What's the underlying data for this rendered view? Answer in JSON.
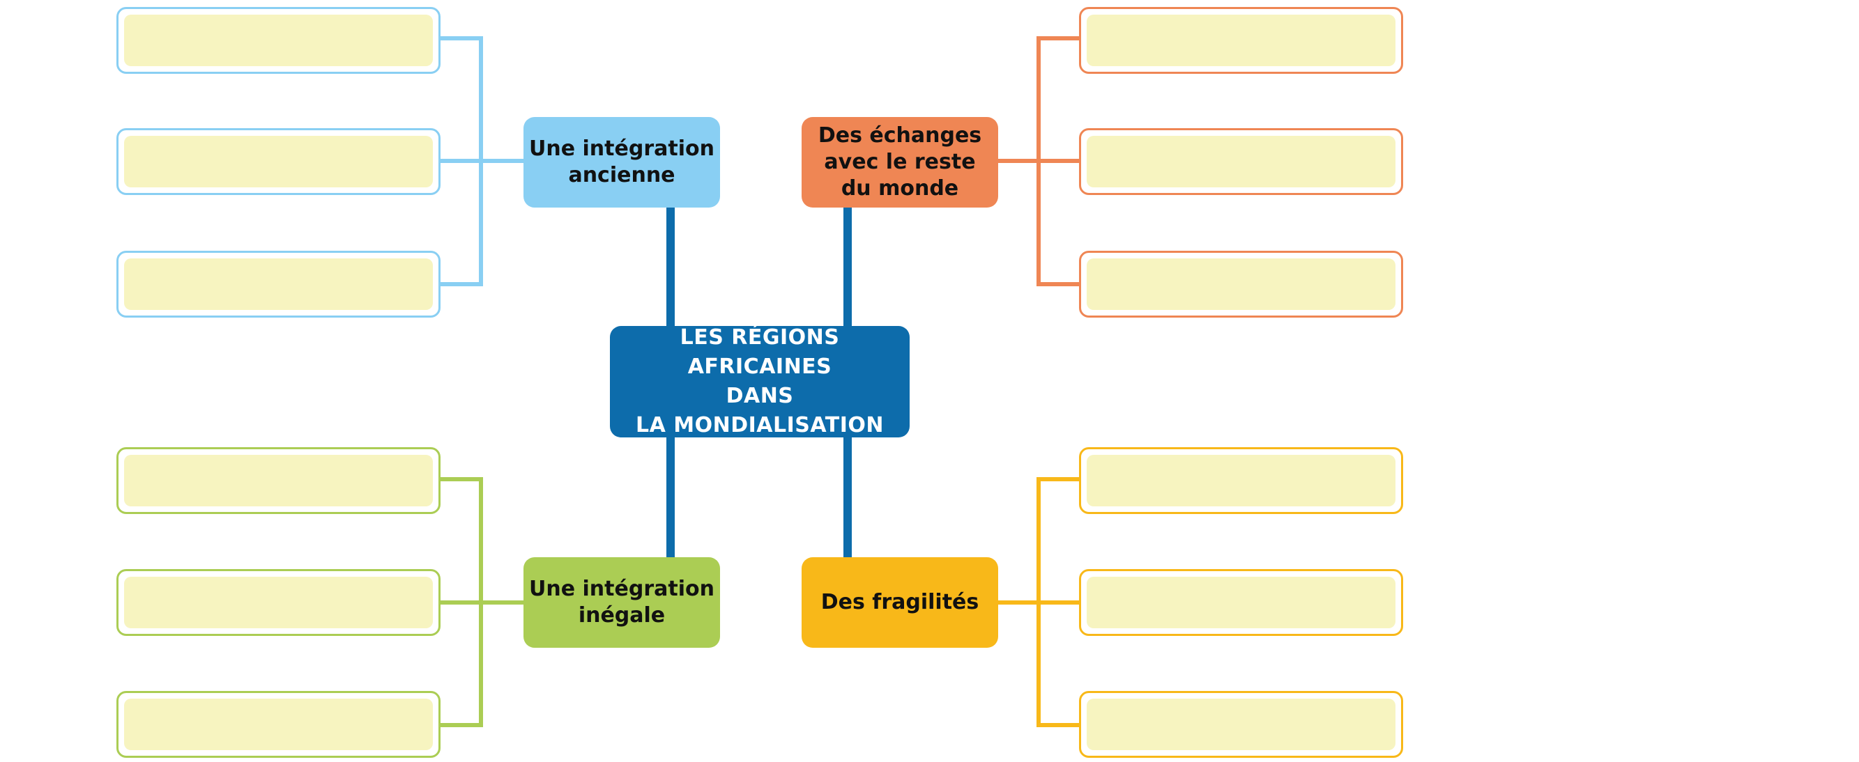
{
  "central": {
    "text": "LES RÉGIONS AFRICAINES\nDANS\nLA MONDIALISATION",
    "color": "#0d6cab"
  },
  "branches": [
    {
      "id": "integration-ancienne",
      "label": "Une intégration\nancienne",
      "color": "#89cff3",
      "leaves": 3
    },
    {
      "id": "echanges",
      "label": "Des échanges\navec le reste\ndu monde",
      "color": "#ef8654",
      "leaves": 3
    },
    {
      "id": "integration-inegale",
      "label": "Une intégration\ninégale",
      "color": "#abcd54",
      "leaves": 3
    },
    {
      "id": "fragilites",
      "label": "Des fragilités",
      "color": "#f8b819",
      "leaves": 3
    }
  ],
  "leaf_fill_color": "#f7f4c0"
}
